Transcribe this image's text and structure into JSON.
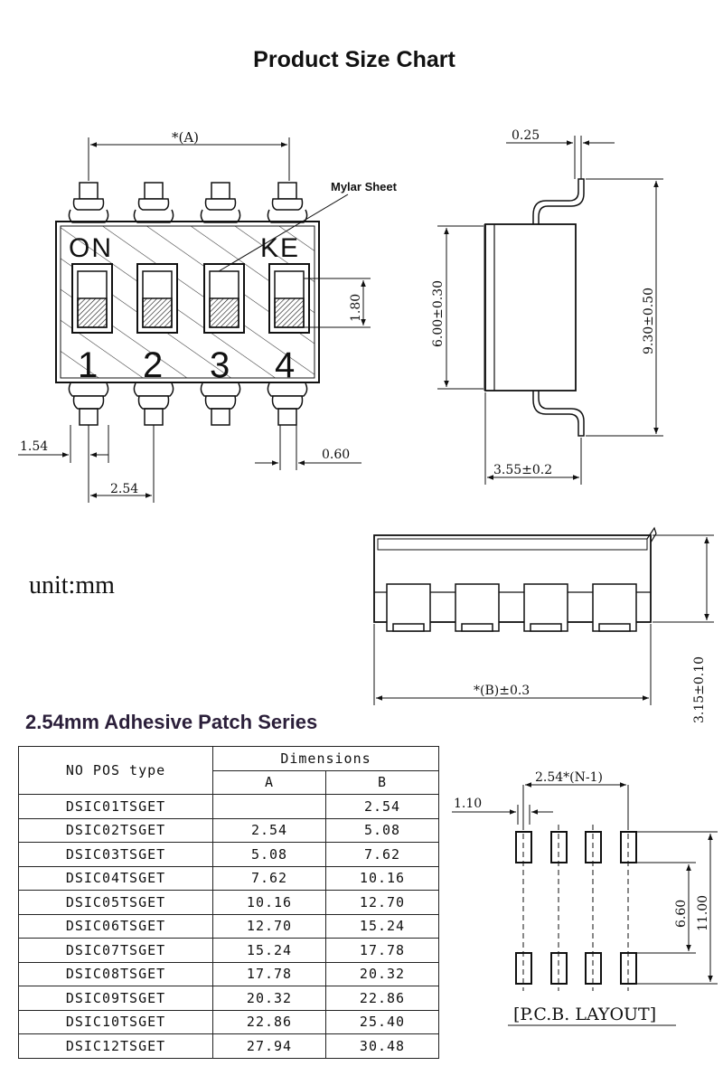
{
  "title": "Product Size Chart",
  "unit_label": "unit:mm",
  "series_heading": "2.54mm Adhesive Patch Series",
  "top_view": {
    "dim_a": "*(A)",
    "mylar_label": "Mylar Sheet",
    "on_label": "ON",
    "ke_label": "KE",
    "switch_numbers": [
      "1",
      "2",
      "3",
      "4"
    ],
    "dim_slider": "1.80",
    "dim_pin_offset": "1.54",
    "dim_pitch": "2.54",
    "dim_pin_width": "0.60"
  },
  "side_view": {
    "dim_thickness": "0.25",
    "dim_body": "6.00±0.30",
    "dim_total": "9.30±0.50",
    "dim_depth": "3.55±0.2"
  },
  "front_view": {
    "dim_b": "*(B)±0.3",
    "dim_height": "3.15±0.10"
  },
  "table": {
    "col_type": "NO POS type",
    "col_dimensions": "Dimensions",
    "col_a": "A",
    "col_b": "B",
    "rows": [
      {
        "type": "DSIC01TSGET",
        "a": "",
        "b": "2.54"
      },
      {
        "type": "DSIC02TSGET",
        "a": "2.54",
        "b": "5.08"
      },
      {
        "type": "DSIC03TSGET",
        "a": "5.08",
        "b": "7.62"
      },
      {
        "type": "DSIC04TSGET",
        "a": "7.62",
        "b": "10.16"
      },
      {
        "type": "DSIC05TSGET",
        "a": "10.16",
        "b": "12.70"
      },
      {
        "type": "DSIC06TSGET",
        "a": "12.70",
        "b": "15.24"
      },
      {
        "type": "DSIC07TSGET",
        "a": "15.24",
        "b": "17.78"
      },
      {
        "type": "DSIC08TSGET",
        "a": "17.78",
        "b": "20.32"
      },
      {
        "type": "DSIC09TSGET",
        "a": "20.32",
        "b": "22.86"
      },
      {
        "type": "DSIC10TSGET",
        "a": "22.86",
        "b": "25.40"
      },
      {
        "type": "DSIC12TSGET",
        "a": "27.94",
        "b": "30.48"
      }
    ]
  },
  "pcb_layout": {
    "dim_pitch_n": "2.54*(N-1)",
    "dim_pad_width": "1.10",
    "dim_inner": "6.60",
    "dim_outer": "11.00",
    "label": "[P.C.B. LAYOUT]"
  }
}
